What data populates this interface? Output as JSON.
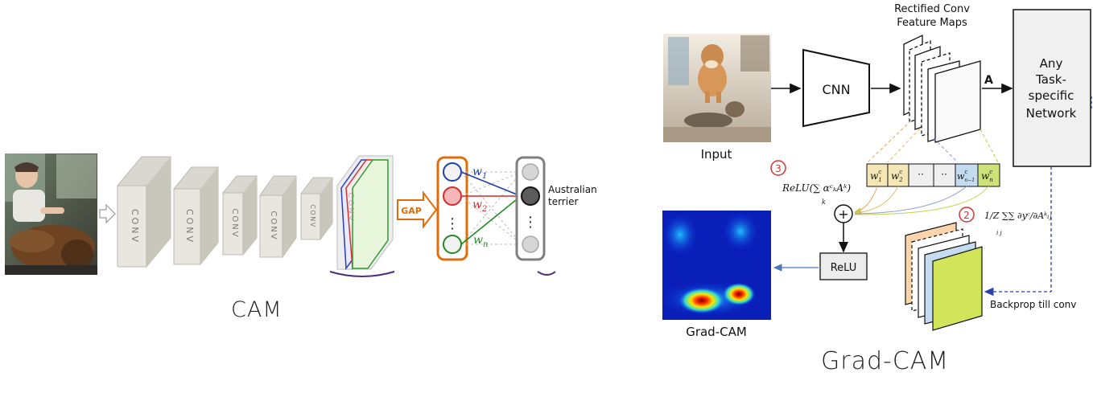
{
  "cam": {
    "title": "CAM",
    "conv_label": "CONV",
    "gap_label": "GAP",
    "weights": [
      "w",
      "w",
      "w"
    ],
    "weight_subscripts": [
      "1",
      "2",
      "n"
    ],
    "class_label_lines": [
      "Australian",
      "terrier"
    ],
    "dots": "⋮"
  },
  "gradcam": {
    "title": "Grad-CAM",
    "input_label": "Input",
    "cnn_label": "CNN",
    "feature_maps_label_lines": [
      "Rectified Conv",
      "Feature Maps"
    ],
    "A_label": "A",
    "network_label_lines": [
      "Any",
      "Task-",
      "specific",
      "Network"
    ],
    "weight_cells": [
      "w",
      "w",
      "··",
      "··",
      "w",
      "w"
    ],
    "weight_cell_subs": [
      "1",
      "2",
      "",
      "",
      "n−1",
      "n"
    ],
    "weight_cell_sup": "c",
    "step2": "2",
    "step3": "3",
    "relu_sum_formula": "ReLU(∑ αᶜₖAᵏ)",
    "relu_sum_index": "k",
    "gradient_formula": "1/Z ∑∑ ∂yᶜ/∂Aᵏᵢⱼ",
    "gradient_indices": "i   j",
    "plus_symbol": "+",
    "relu_box_label": "ReLU",
    "heatmap_label": "Grad-CAM",
    "backprop_label": "Backprop till conv"
  },
  "colors": {
    "gap_orange": "#e36c0a",
    "conv_gray": "#e8e6df",
    "blue": "#1f3fa8",
    "red": "#d42a2a",
    "green": "#238a23",
    "step_red": "#d6322e",
    "cell_yellow": "#f4e7b5",
    "cell_blue": "#c5dcf0",
    "cell_green": "#cfe27a",
    "map_orange": "#fbd4ac",
    "map_lime": "#d1e45a"
  }
}
